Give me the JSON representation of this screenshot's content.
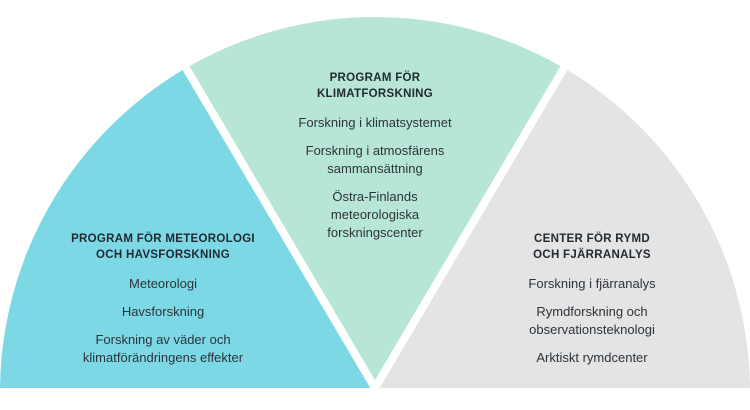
{
  "colors": {
    "left": "#7dd8e6",
    "middle": "#b8e6d6",
    "right": "#e4e4e4",
    "separator": "#ffffff",
    "text": "#222a33"
  },
  "sectors": {
    "left": {
      "heading_line1": "PROGRAM FÖR METEOROLOGI",
      "heading_line2": "OCH HAVSFORSKNING",
      "items": [
        [
          "Meteorologi"
        ],
        [
          "Havsforskning"
        ],
        [
          "Forskning av väder och",
          "klimatförändringens effekter"
        ]
      ]
    },
    "middle": {
      "heading_line1": "PROGRAM FÖR",
      "heading_line2": "KLIMATFORSKNING",
      "items": [
        [
          "Forskning i klimatsystemet"
        ],
        [
          "Forskning i atmosfärens",
          "sammansättning"
        ],
        [
          "Östra-Finlands",
          "meteorologiska",
          "forskningscenter"
        ]
      ]
    },
    "right": {
      "heading_line1": "CENTER FÖR RYMD",
      "heading_line2": "OCH FJÄRRANALYS",
      "items": [
        [
          "Forskning i fjärranalys"
        ],
        [
          "Rymdforskning och",
          "observationsteknologi"
        ],
        [
          "Arktiskt rymdcenter"
        ]
      ]
    }
  }
}
